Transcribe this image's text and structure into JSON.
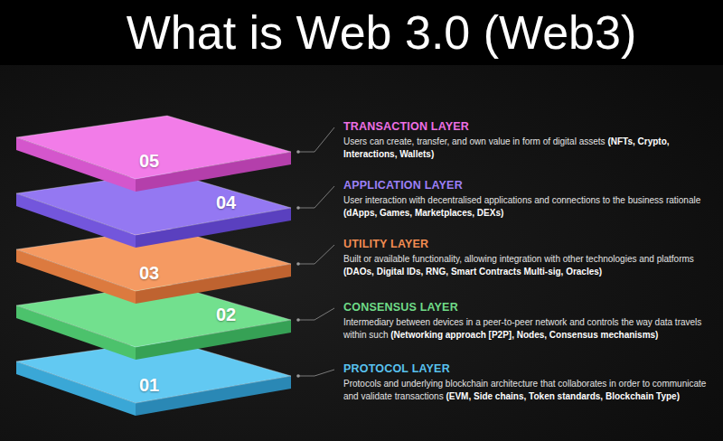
{
  "diagram": {
    "title": "What is Web 3.0 (Web3)",
    "nodes": [
      {
        "text": [
          "05"
        ]
      },
      {
        "text": [
          "04"
        ]
      },
      {
        "text": [
          "03"
        ]
      },
      {
        "text": [
          "02"
        ]
      },
      {
        "text": [
          "01"
        ]
      }
    ],
    "labels": [
      "TRANSACTION LAYER",
      "Users can create, transfer, and own value in form of digital assets (NFTs, Crypto, Interactions, Wallets)",
      "APPLICATION LAYER",
      "User interaction with decentralised applications and connections to the business rationale (dApps, Games, Marketplaces, DEXs)",
      "UTILITY LAYER",
      "Built or available functionality, allowing integration with other technologies and platforms (DAOs, Digital IDs, RNG, Smart Contracts Multi-sig, Oracles)",
      "CONSENSUS LAYER",
      "Intermediary between devices in a peer-to-peer network and controls the way data travels within such (Networking approach [P2P], Nodes, Consensus mechanisms)",
      "PROTOCOL LAYER",
      "Protocols and underlying blockchain architecture that collaborates in order to communicate and validate transactions (EVM, Side chains, Token standards, Blockchain Type)"
    ]
  }
}
